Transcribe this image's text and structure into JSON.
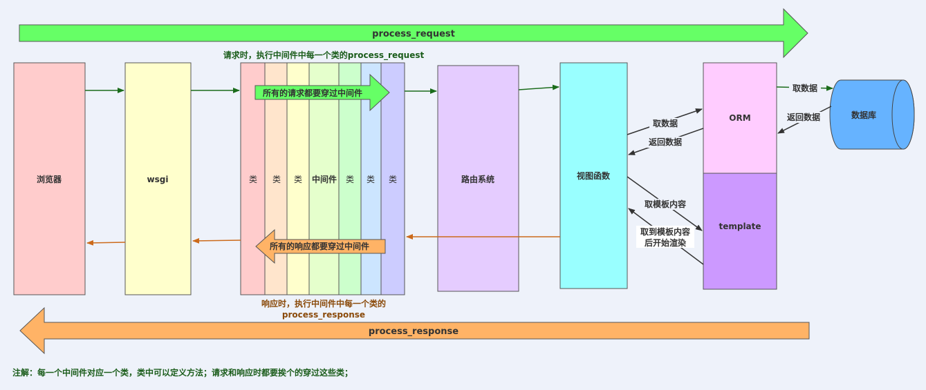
{
  "top_arrow_label": "process_request",
  "request_caption": "请求时，执行中间件中每一个类的process_request",
  "response_caption_line1": "响应时，执行中间件中每一个类的",
  "response_caption_line2": "process_response",
  "bottom_arrow_label": "process_response",
  "footer_note": "注解：每一个中间件对应一个类，类中可以定义方法；请求和响应时都要挨个的穿过这些类；",
  "boxes": {
    "browser": "浏览器",
    "wsgi": "wsgi",
    "router": "路由系统",
    "view": "视图函数",
    "orm": "ORM",
    "template": "template",
    "database": "数据库"
  },
  "middleware": {
    "stripe_labels": [
      "类",
      "类",
      "类",
      "中间件",
      "类",
      "类",
      "类"
    ],
    "request_pass": "所有的请求都要穿过中间件",
    "response_pass": "所有的响应都要穿过中间件"
  },
  "edge_labels": {
    "orm_fetch": "取数据",
    "orm_return": "返回数据",
    "db_fetch": "取数据",
    "db_return": "返回数据",
    "tpl_fetch": "取模板内容",
    "tpl_render_1": "取到模板内容",
    "tpl_render_2": "后开始渲染"
  },
  "colors": {
    "green_arrow": "#66ff66",
    "orange_arrow": "#ffb366",
    "request_line": "#1a6b1a",
    "response_line": "#cc6a1a",
    "browser": "#ffcccc",
    "wsgi": "#ffffcc",
    "router": "#e5ccff",
    "view": "#99ffff",
    "orm": "#ffccff",
    "template": "#cc99ff",
    "database": "#66b3ff"
  }
}
